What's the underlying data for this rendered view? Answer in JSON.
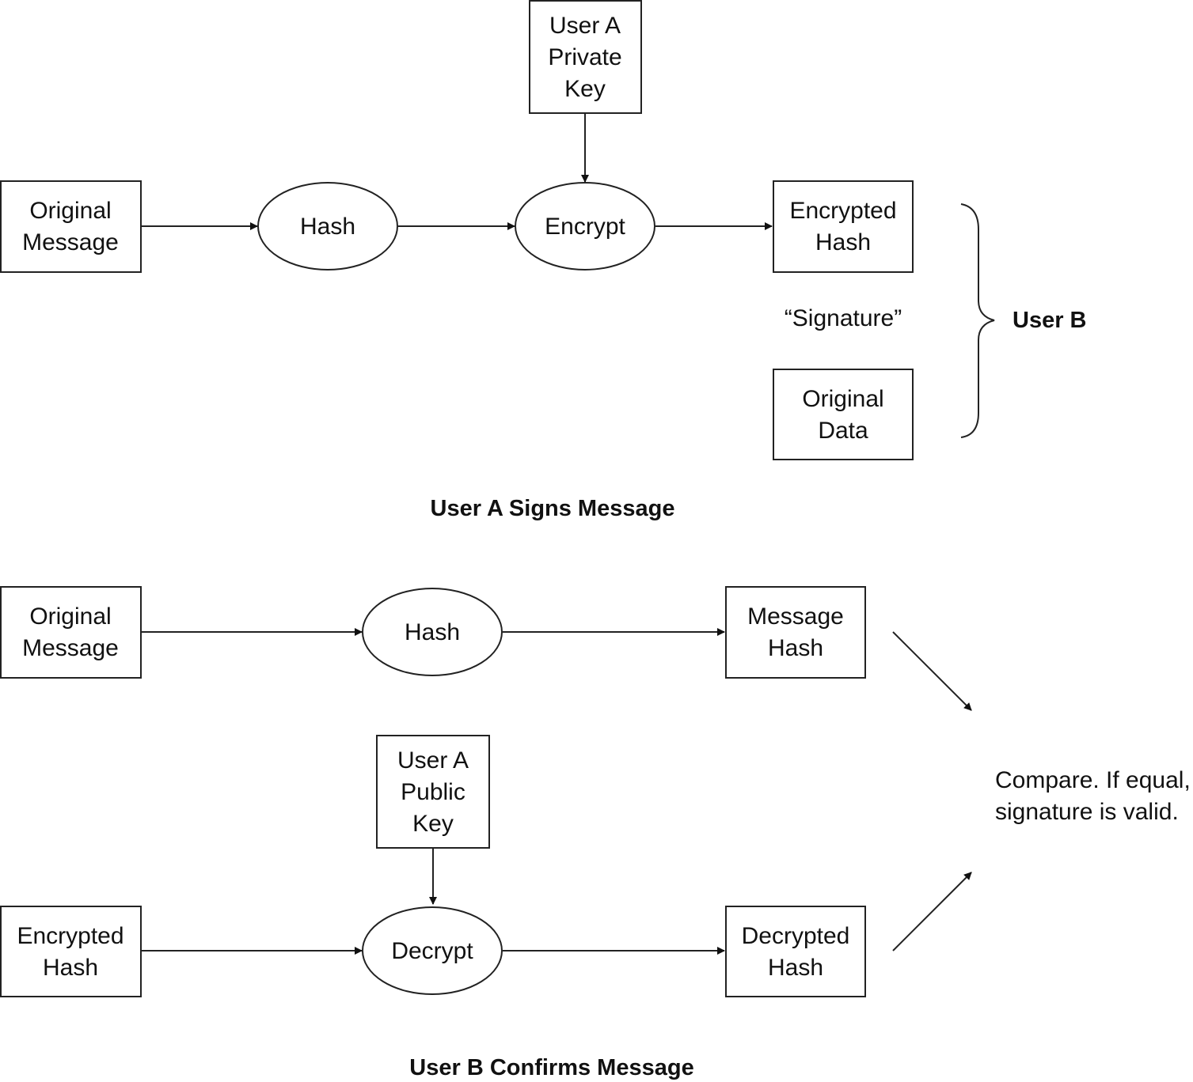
{
  "sign_section": {
    "caption": "User A Signs Message",
    "original_message": [
      "Original",
      "Message"
    ],
    "hash": "Hash",
    "private_key": [
      "User A",
      "Private",
      "Key"
    ],
    "encrypt": "Encrypt",
    "encrypted_hash": [
      "Encrypted",
      "Hash"
    ],
    "signature_label": "“Signature”",
    "original_data": [
      "Original",
      "Data"
    ],
    "recipient": "User B"
  },
  "confirm_section": {
    "caption": "User B Confirms Message",
    "original_message": [
      "Original",
      "Message"
    ],
    "hash": "Hash",
    "message_hash": [
      "Message",
      "Hash"
    ],
    "public_key": [
      "User A",
      "Public",
      "Key"
    ],
    "encrypted_hash": [
      "Encrypted",
      "Hash"
    ],
    "decrypt": "Decrypt",
    "decrypted_hash": [
      "Decrypted",
      "Hash"
    ],
    "compare": [
      "Compare. If equal,",
      "signature is valid."
    ]
  }
}
